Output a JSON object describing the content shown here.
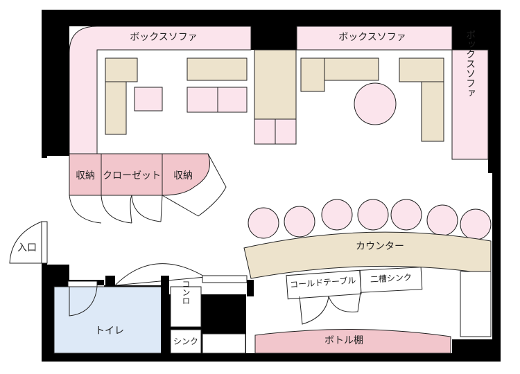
{
  "labels": {
    "sofa_top_left": "ボックスソファ",
    "sofa_top_right": "ボックスソファ",
    "sofa_right": "ボックスソファ",
    "storage_1": "収納",
    "closet": "クローゼット",
    "storage_2": "収納",
    "entrance": "入口",
    "counter": "カウンター",
    "cold_table": "コールドテーブル",
    "double_sink": "二槽シンク",
    "stove": "コンロ",
    "sink": "シンク",
    "toilet": "トイレ",
    "bottle_shelf": "ボトル棚"
  },
  "colors": {
    "wall": "#000000",
    "sofa": "#fbe4ec",
    "furniture": "#ede3cc",
    "storage": "#f2c6cc",
    "stool": "#fbe4ec",
    "toilet_room": "#dde9f7",
    "counter": "#ede3cc",
    "outline": "#222222"
  }
}
